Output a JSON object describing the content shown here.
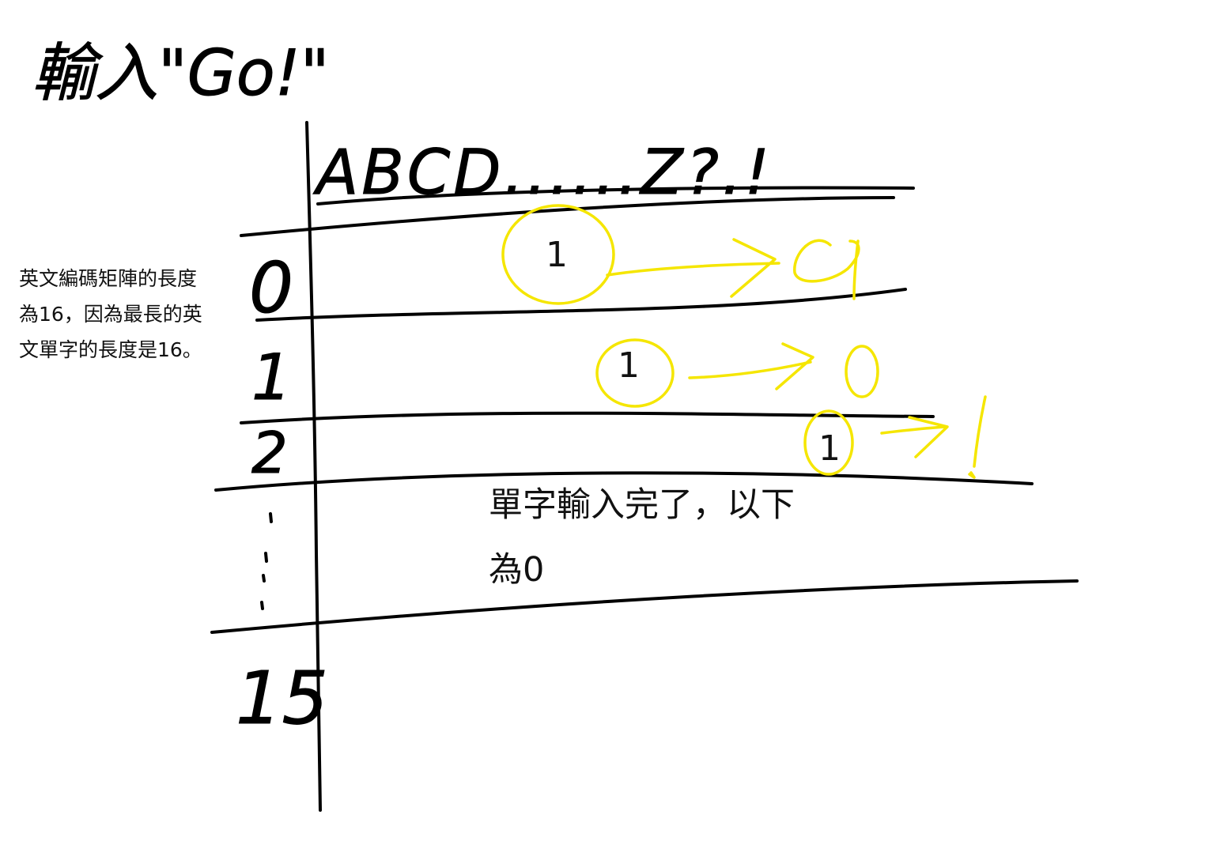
{
  "title": "輸入\"Go!\"",
  "header_alphabet": "ABCD......Z?.!",
  "row_indices": [
    "0",
    "1",
    "2",
    "15"
  ],
  "side_note": [
    "英文編碼矩陣的長度",
    "為16，因為最長的英",
    "文單字的長度是16。"
  ],
  "cells": [
    {
      "row": "0",
      "value": "1",
      "char": "G"
    },
    {
      "row": "1",
      "value": "1",
      "char": "o"
    },
    {
      "row": "2",
      "value": "1",
      "char": "!"
    }
  ],
  "note": [
    "單字輸入完了，以下",
    "為0"
  ],
  "colors": {
    "ink": "#000000",
    "highlight": "#f5e600"
  }
}
